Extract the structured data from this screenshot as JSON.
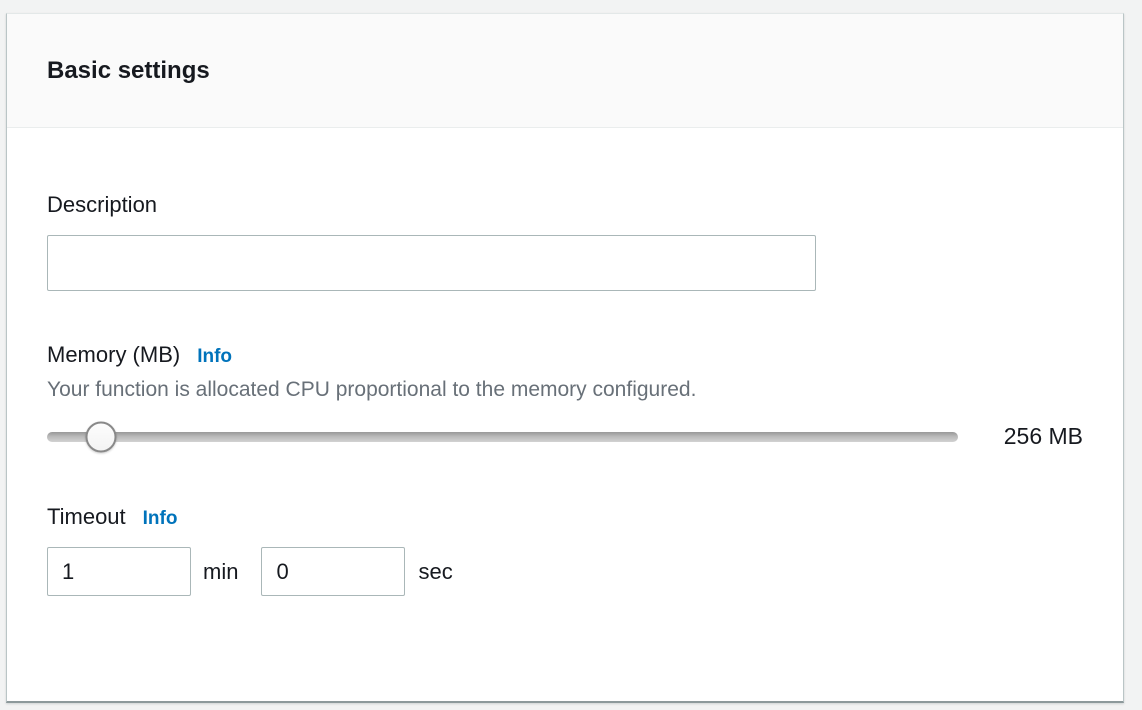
{
  "card": {
    "title": "Basic settings"
  },
  "description": {
    "label": "Description",
    "value": ""
  },
  "memory": {
    "label": "Memory (MB)",
    "info_label": "Info",
    "helper": "Your function is allocated CPU proportional to the memory configured.",
    "value_display": "256 MB",
    "slider_percent": 5.9
  },
  "timeout": {
    "label": "Timeout",
    "info_label": "Info",
    "minutes_value": "1",
    "minutes_unit": "min",
    "seconds_value": "0",
    "seconds_unit": "sec"
  },
  "colors": {
    "link_blue": "#0073bb",
    "label_text": "#16191f",
    "helper_text": "#687078",
    "input_border": "#aab7b8",
    "header_bg": "#fafafa",
    "page_bg": "#f2f3f3",
    "divider": "#eaeded"
  }
}
